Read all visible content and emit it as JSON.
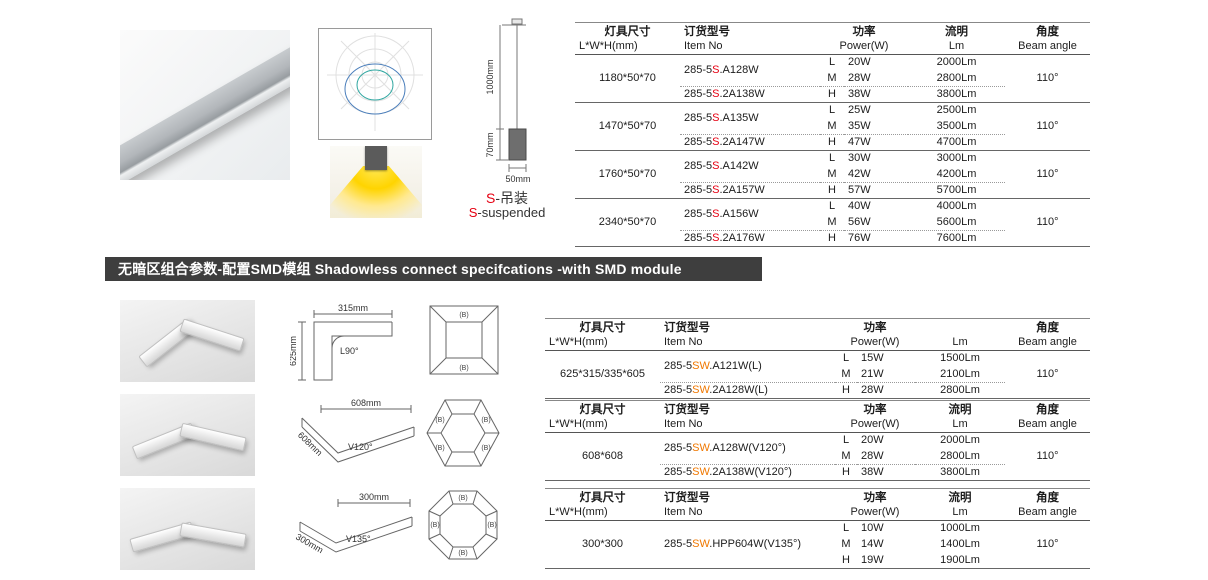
{
  "colors": {
    "accent_red": "#e60012",
    "accent_orange": "#f07800",
    "banner_bg": "#3e3e3e",
    "banner_text": "#ffffff",
    "beam_yellow": "#ffd400",
    "polar_blue": "#4a7ebb",
    "polar_teal": "#2fa6a0"
  },
  "banner": {
    "text": "无暗区组合参数-配置SMD模组 Shadowless connect specifcations -with SMD module"
  },
  "suspension": {
    "dim_total": "1000mm",
    "dim_fixture": "70mm",
    "dim_width": "50mm",
    "label_hl": "S",
    "label_cn_rest": "-吊装",
    "label_en_rest": "-suspended"
  },
  "connector_label": "(B)",
  "diagram_a": {
    "width_label": "315mm",
    "height_label": "625mm",
    "angle_label": "L90°"
  },
  "diagram_b": {
    "width_label": "608mm",
    "side_label": "608mm",
    "angle_label": "V120°"
  },
  "diagram_c": {
    "width_label": "300mm",
    "side_label": "300mm",
    "angle_label": "V135°"
  },
  "table_top": {
    "headers": {
      "size_cn": "灯具尺寸",
      "size_en": "L*W*H(mm)",
      "item_cn": "订货型号",
      "item_en": "Item No",
      "power_cn": "功率",
      "power_en": "Power(W)",
      "lumen_cn": "流明",
      "lumen_en": "Lm",
      "angle_cn": "角度",
      "angle_en": "Beam angle"
    },
    "groups": [
      {
        "size": "1180*50*70",
        "items": [
          {
            "pre": "285-5",
            "hl": "S",
            "post": ".A128W",
            "rows": 2
          },
          {
            "pre": "285-5",
            "hl": "S",
            "post": ".2A138W",
            "rows": 1
          }
        ],
        "levels": [
          "L",
          "M",
          "H"
        ],
        "watts": [
          "20W",
          "28W",
          "38W"
        ],
        "lumens": [
          "2000Lm",
          "2800Lm",
          "3800Lm"
        ],
        "angle": "110°"
      },
      {
        "size": "1470*50*70",
        "items": [
          {
            "pre": "285-5",
            "hl": "S",
            "post": ".A135W",
            "rows": 2
          },
          {
            "pre": "285-5",
            "hl": "S",
            "post": ".2A147W",
            "rows": 1
          }
        ],
        "levels": [
          "L",
          "M",
          "H"
        ],
        "watts": [
          "25W",
          "35W",
          "47W"
        ],
        "lumens": [
          "2500Lm",
          "3500Lm",
          "4700Lm"
        ],
        "angle": "110°"
      },
      {
        "size": "1760*50*70",
        "items": [
          {
            "pre": "285-5",
            "hl": "S",
            "post": ".A142W",
            "rows": 2
          },
          {
            "pre": "285-5",
            "hl": "S",
            "post": ".2A157W",
            "rows": 1
          }
        ],
        "levels": [
          "L",
          "M",
          "H"
        ],
        "watts": [
          "30W",
          "42W",
          "57W"
        ],
        "lumens": [
          "3000Lm",
          "4200Lm",
          "5700Lm"
        ],
        "angle": "110°"
      },
      {
        "size": "2340*50*70",
        "items": [
          {
            "pre": "285-5",
            "hl": "S",
            "post": ".A156W",
            "rows": 2
          },
          {
            "pre": "285-5",
            "hl": "S",
            "post": ".2A176W",
            "rows": 1
          }
        ],
        "levels": [
          "L",
          "M",
          "H"
        ],
        "watts": [
          "40W",
          "56W",
          "76W"
        ],
        "lumens": [
          "4000Lm",
          "5600Lm",
          "7600Lm"
        ],
        "angle": "110°"
      }
    ]
  },
  "table_a": {
    "headers": {
      "size_cn": "灯具尺寸",
      "size_en": "L*W*H(mm)",
      "item_cn": "订货型号",
      "item_en": "Item No",
      "power_cn": "功率",
      "power_en": "Power(W)",
      "lumen_cn": "",
      "lumen_en": "Lm",
      "angle_cn": "角度",
      "angle_en": "Beam angle"
    },
    "groups": [
      {
        "size": "625*315/335*605",
        "items": [
          {
            "pre": "285-5",
            "hl": "SW",
            "post": ".A121W(L)",
            "rows": 2
          },
          {
            "pre": "285-5",
            "hl": "SW",
            "post": ".2A128W(L)",
            "rows": 1
          }
        ],
        "levels": [
          "L",
          "M",
          "H"
        ],
        "watts": [
          "15W",
          "21W",
          "28W"
        ],
        "lumens": [
          "1500Lm",
          "2100Lm",
          "2800Lm"
        ],
        "angle": "110°"
      }
    ]
  },
  "table_b": {
    "headers": {
      "size_cn": "灯具尺寸",
      "size_en": "L*W*H(mm)",
      "item_cn": "订货型号",
      "item_en": "Item No",
      "power_cn": "功率",
      "power_en": "Power(W)",
      "lumen_cn": "流明",
      "lumen_en": "Lm",
      "angle_cn": "角度",
      "angle_en": "Beam angle"
    },
    "groups": [
      {
        "size": "608*608",
        "items": [
          {
            "pre": "285-5",
            "hl": "SW",
            "post": ".A128W(V120°)",
            "rows": 2
          },
          {
            "pre": "285-5",
            "hl": "SW",
            "post": ".2A138W(V120°)",
            "rows": 1
          }
        ],
        "levels": [
          "L",
          "M",
          "H"
        ],
        "watts": [
          "20W",
          "28W",
          "38W"
        ],
        "lumens": [
          "2000Lm",
          "2800Lm",
          "3800Lm"
        ],
        "angle": "110°"
      }
    ]
  },
  "table_c": {
    "headers": {
      "size_cn": "灯具尺寸",
      "size_en": "L*W*H(mm)",
      "item_cn": "订货型号",
      "item_en": "Item No",
      "power_cn": "功率",
      "power_en": "Power(W)",
      "lumen_cn": "流明",
      "lumen_en": "Lm",
      "angle_cn": "角度",
      "angle_en": "Beam angle"
    },
    "groups": [
      {
        "size": "300*300",
        "items": [
          {
            "pre": "285-5",
            "hl": "SW",
            "post": ".HPP604W(V135°)",
            "rows": 3
          }
        ],
        "levels": [
          "L",
          "M",
          "H"
        ],
        "watts": [
          "10W",
          "14W",
          "19W"
        ],
        "lumens": [
          "1000Lm",
          "1400Lm",
          "1900Lm"
        ],
        "angle": "110°"
      }
    ]
  }
}
